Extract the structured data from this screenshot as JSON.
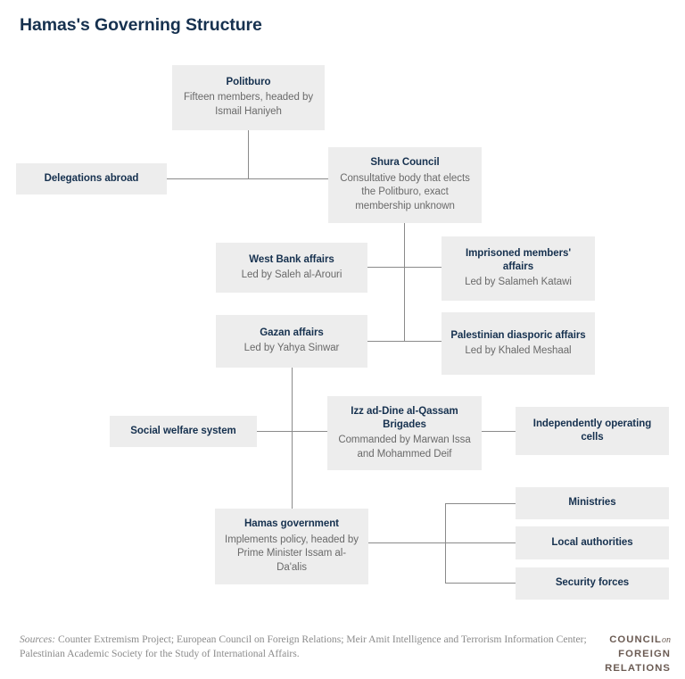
{
  "title": "Hamas's Governing Structure",
  "theme": {
    "box_fill": "#ededed",
    "title_color": "#16314f",
    "desc_color": "#6a6a6a",
    "line_color": "#8a8a8a",
    "background": "#ffffff",
    "logo_color": "#6b5b53"
  },
  "nodes": {
    "politburo": {
      "title": "Politburo",
      "desc": "Fifteen members, headed by Ismail Haniyeh"
    },
    "delegations": {
      "title": "Delegations abroad",
      "desc": ""
    },
    "shura": {
      "title": "Shura Council",
      "desc": "Consultative body that elects the Politburo, exact membership unknown"
    },
    "west_bank": {
      "title": "West Bank affairs",
      "desc": "Led by Saleh al-Arouri"
    },
    "imprisoned": {
      "title": "Imprisoned members' affairs",
      "desc": "Led by Salameh Katawi"
    },
    "gazan": {
      "title": "Gazan affairs",
      "desc": "Led by Yahya Sinwar"
    },
    "diasporic": {
      "title": "Palestinian diasporic affairs",
      "desc": "Led by Khaled Meshaal"
    },
    "social_welfare": {
      "title": "Social welfare system",
      "desc": ""
    },
    "qassam": {
      "title": "Izz ad-Dine al-Qassam Brigades",
      "desc": "Commanded by Marwan Issa and Mohammed Deif"
    },
    "cells": {
      "title": "Independently operating cells",
      "desc": ""
    },
    "government": {
      "title": "Hamas government",
      "desc": "Implements policy, headed by Prime Minister Issam al-Da'alis"
    },
    "ministries": {
      "title": "Ministries",
      "desc": ""
    },
    "local_authorities": {
      "title": "Local authorities",
      "desc": ""
    },
    "security_forces": {
      "title": "Security forces",
      "desc": ""
    }
  },
  "footer": {
    "sources_label": "Sources:",
    "sources_text": " Counter Extremism Project; European Council on Foreign Relations; Meir Amit Intelligence and Terrorism Information Center; Palestinian Academic Society for the Study of International Affairs."
  },
  "logo": {
    "line1": "COUNCIL",
    "line1_suffix": "on",
    "line2": "FOREIGN",
    "line3": "RELATIONS"
  }
}
